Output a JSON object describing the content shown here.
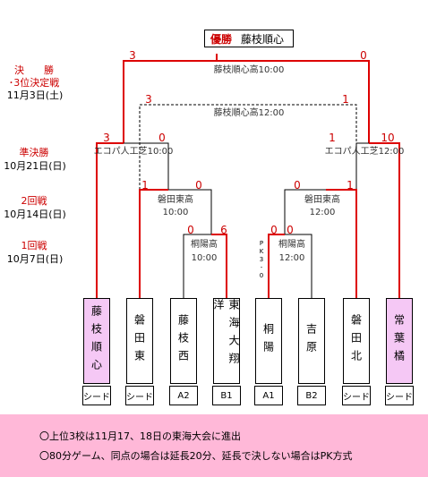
{
  "champion": {
    "label": "優勝",
    "team": "藤枝順心"
  },
  "rounds": [
    {
      "name": "決　　勝",
      "sub": "･3位決定戦",
      "date": "11月3日(土)"
    },
    {
      "name": "準決勝",
      "date": "10月21日(日)"
    },
    {
      "name": "2回戦",
      "date": "10月14日(日)"
    },
    {
      "name": "1回戦",
      "date": "10月7日(日)"
    }
  ],
  "venues": {
    "final": "藤枝順心高10:00",
    "third": "藤枝順心高12:00",
    "semi_left": "エコパ人工芝10:00",
    "semi_right": "エコパ人工芝12:00",
    "r2_left": [
      "磐田東高",
      "10:00"
    ],
    "r2_right": [
      "磐田東高",
      "12:00"
    ],
    "r1_left": [
      "桐陽高",
      "10:00"
    ],
    "r1_right": [
      "桐陽高",
      "12:00"
    ]
  },
  "scores": {
    "final": [
      "3",
      "0"
    ],
    "third": [
      "3",
      "1"
    ],
    "semi_left": [
      "3",
      "0"
    ],
    "semi_right": [
      "1",
      "10"
    ],
    "r2_left": [
      "1",
      "0"
    ],
    "r2_right": [
      "0",
      "1"
    ],
    "r1_left": [
      "0",
      "6"
    ],
    "r1_right": [
      "0",
      "0"
    ]
  },
  "pk_note": "PK3-0",
  "teams": [
    {
      "name": "藤枝順心",
      "seed": "シード",
      "highlight": true
    },
    {
      "name": "磐田東",
      "seed": "シード",
      "highlight": false
    },
    {
      "name": "藤枝西",
      "seed": "A2",
      "highlight": false
    },
    {
      "name": "東海大翔洋",
      "seed": "B1",
      "highlight": false
    },
    {
      "name": "桐陽",
      "seed": "A1",
      "highlight": false
    },
    {
      "name": "吉原",
      "seed": "B2",
      "highlight": false
    },
    {
      "name": "磐田北",
      "seed": "シード",
      "highlight": false
    },
    {
      "name": "常葉橘",
      "seed": "シード",
      "highlight": true
    }
  ],
  "notes": [
    "〇上位3校は11月17、18日の東海大会に進出",
    "〇80分ゲーム、同点の場合は延長20分、延長で決しない場合はPK方式"
  ],
  "colors": {
    "win_line": "#dd0000",
    "lose_line": "#000000",
    "highlight": "#f5c8f5",
    "notes_bg": "#ffb8d8"
  }
}
